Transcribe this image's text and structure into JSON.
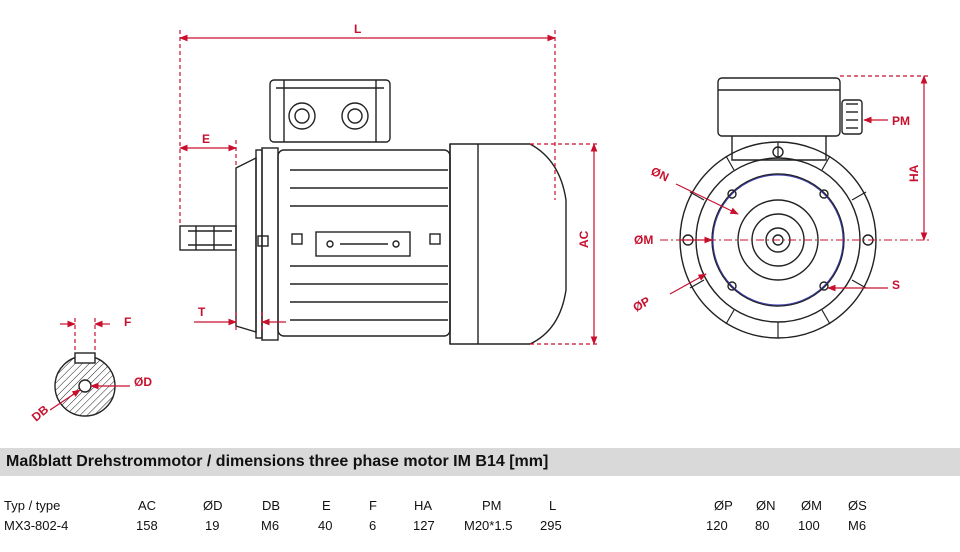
{
  "dimension_labels": {
    "L": "L",
    "E": "E",
    "AC": "AC",
    "T": "T",
    "F": "F",
    "D": "ØD",
    "DB": "DB",
    "PM": "PM",
    "HA": "HA",
    "N": "ØN",
    "M": "ØM",
    "P": "ØP",
    "S": "S"
  },
  "colors": {
    "dimension": "#c8102e",
    "drawing": "#222222",
    "title_bg": "#d9d9d9",
    "hole_circle": "#3a3aa8"
  },
  "title": "Maßblatt Drehstrommotor / dimensions three phase motor IM B14 [mm]",
  "table": {
    "headers": [
      "Typ / type",
      "AC",
      "ØD",
      "DB",
      "E",
      "F",
      "HA",
      "PM",
      "L",
      "ØP",
      "ØN",
      "ØM",
      "ØS"
    ],
    "row": [
      "MX3-802-4",
      "158",
      "19",
      "M6",
      "40",
      "6",
      "127",
      "M20*1.5",
      "295",
      "120",
      "80",
      "100",
      "M6"
    ]
  }
}
